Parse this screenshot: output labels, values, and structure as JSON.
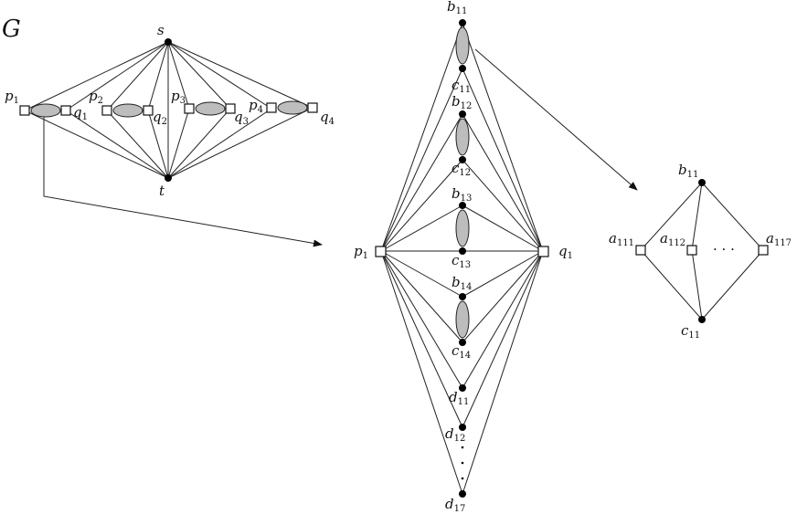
{
  "graph_label": "G",
  "left": {
    "s": "s",
    "t": "t",
    "pairs": [
      {
        "p": "p",
        "p_sub": "1",
        "q": "q",
        "q_sub": "1"
      },
      {
        "p": "p",
        "p_sub": "2",
        "q": "q",
        "q_sub": "2"
      },
      {
        "p": "p",
        "p_sub": "3",
        "q": "q",
        "q_sub": "3"
      },
      {
        "p": "p",
        "p_sub": "4",
        "q": "q",
        "q_sub": "4"
      }
    ]
  },
  "middle": {
    "p": "p",
    "p_sub": "1",
    "q": "q",
    "q_sub": "1",
    "b_nodes": [
      {
        "b": "b",
        "b_sub": "11",
        "c": "c",
        "c_sub": "11"
      },
      {
        "b": "b",
        "b_sub": "12",
        "c": "c",
        "c_sub": "12"
      },
      {
        "b": "b",
        "b_sub": "13",
        "c": "c",
        "c_sub": "13"
      },
      {
        "b": "b",
        "b_sub": "14",
        "c": "c",
        "c_sub": "14"
      }
    ],
    "d_nodes": [
      {
        "d": "d",
        "d_sub": "11"
      },
      {
        "d": "d",
        "d_sub": "12"
      },
      {
        "d": "d",
        "d_sub": "17"
      }
    ]
  },
  "right": {
    "b": "b",
    "b_sub": "11",
    "c": "c",
    "c_sub": "11",
    "a_nodes": [
      {
        "a": "a",
        "a_sub": "111"
      },
      {
        "a": "a",
        "a_sub": "112"
      },
      {
        "a": "a",
        "a_sub": "117"
      }
    ],
    "ellipsis": "· · ·"
  }
}
